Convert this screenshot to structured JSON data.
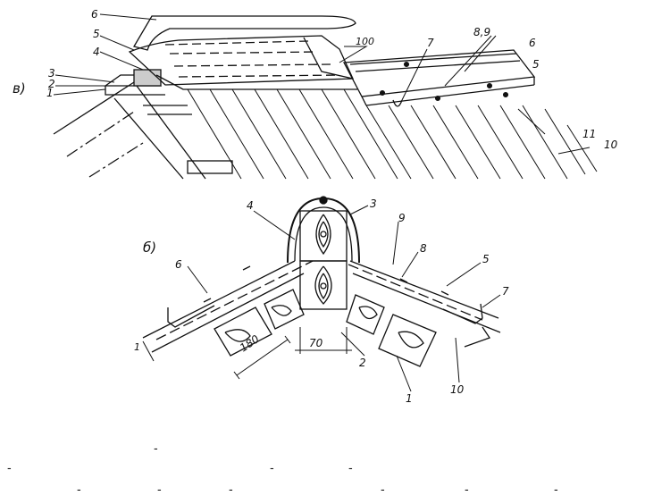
{
  "figure_a": {
    "panel_label": "в)",
    "callouts": [
      "1",
      "2",
      "3",
      "4",
      "5",
      "6",
      "7",
      "8,9",
      "6",
      "5",
      "100",
      "11",
      "10"
    ]
  },
  "figure_b": {
    "panel_label": "б)",
    "callouts": [
      "4",
      "3",
      "9",
      "8",
      "5",
      "7",
      "6",
      "1",
      "2",
      "10",
      "1"
    ],
    "dimensions": [
      "180",
      "70"
    ]
  },
  "stray_marks": [
    "-",
    "-",
    "-",
    "-",
    "-",
    "-",
    "-",
    "-",
    "-",
    "-"
  ]
}
